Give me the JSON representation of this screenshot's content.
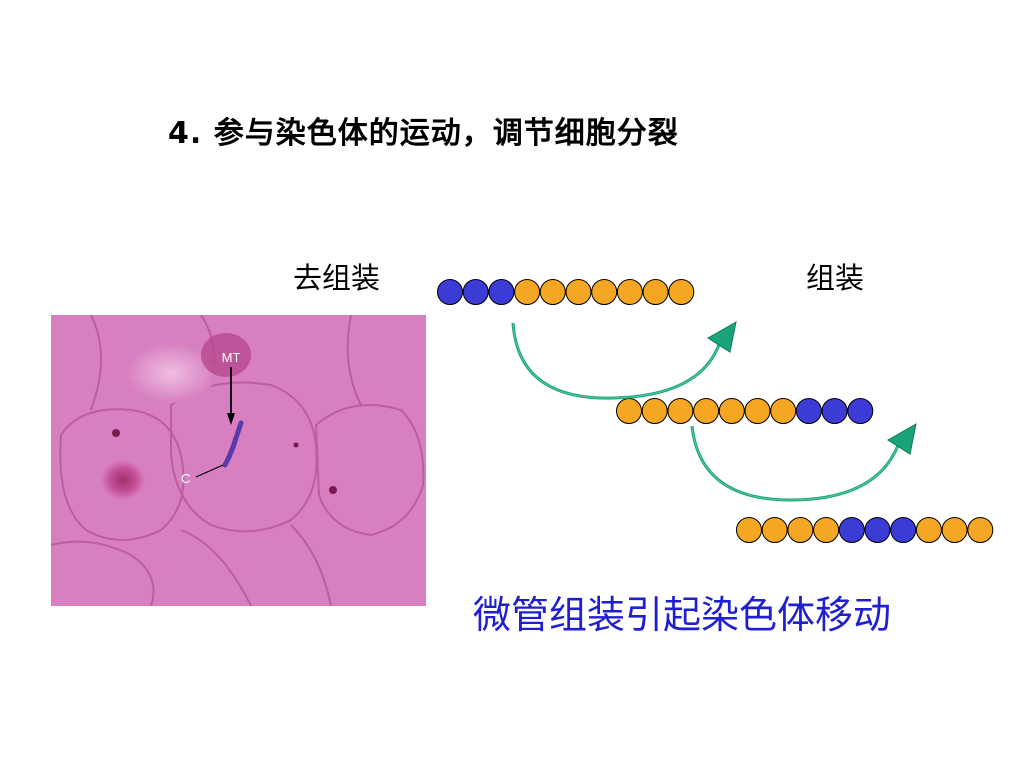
{
  "slide": {
    "title": "4.  参与染色体的运动，调节细胞分裂",
    "label_disassembly": "去组装",
    "label_assembly": "组装",
    "caption": "微管组装引起染色体移动"
  },
  "micrograph": {
    "label_mt": "MT",
    "label_c": "C"
  },
  "colors": {
    "subunit_blue": "#3b3bd6",
    "subunit_orange": "#f5a623",
    "arrow_green": "#1aa37a",
    "caption_blue": "#1f1fd0",
    "tissue_pink": "#d77fc0"
  },
  "filaments": [
    [
      "blue",
      "blue",
      "blue",
      "orange",
      "orange",
      "orange",
      "orange",
      "orange",
      "orange",
      "orange"
    ],
    [
      "orange",
      "orange",
      "orange",
      "orange",
      "orange",
      "orange",
      "orange",
      "blue",
      "blue",
      "blue"
    ],
    [
      "orange",
      "orange",
      "orange",
      "orange",
      "blue",
      "blue",
      "blue",
      "orange",
      "orange",
      "orange"
    ]
  ]
}
